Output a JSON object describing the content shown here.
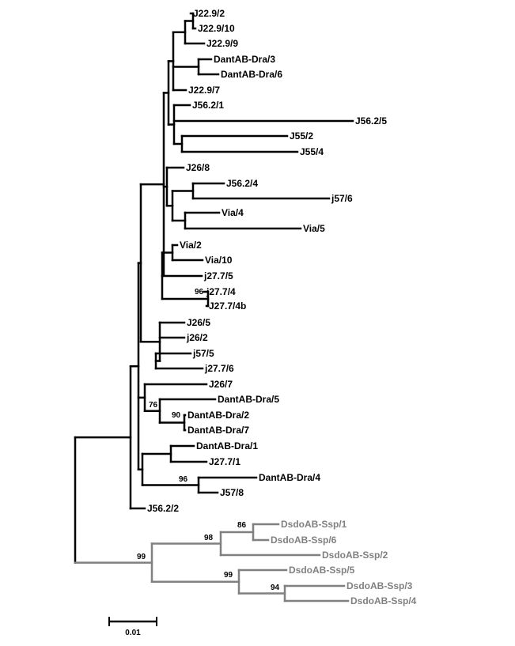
{
  "colors": {
    "main": "#000000",
    "outgroup": "#808080"
  },
  "taxa": [
    {
      "id": "J22.9/2",
      "label": "J22.9/2",
      "group": "main"
    },
    {
      "id": "J22.9/10",
      "label": "J22.9/10",
      "group": "main"
    },
    {
      "id": "J22.9/9",
      "label": "J22.9/9",
      "group": "main"
    },
    {
      "id": "DantAB-Dra/3",
      "label": "DantAB-Dra/3",
      "group": "main"
    },
    {
      "id": "DantAB-Dra/6",
      "label": "DantAB-Dra/6",
      "group": "main"
    },
    {
      "id": "J22.9/7",
      "label": "J22.9/7",
      "group": "main"
    },
    {
      "id": "J56.2/1",
      "label": "J56.2/1",
      "group": "main"
    },
    {
      "id": "J56.2/5",
      "label": "J56.2/5",
      "group": "main"
    },
    {
      "id": "J55/2",
      "label": "J55/2",
      "group": "main"
    },
    {
      "id": "J55/4",
      "label": "J55/4",
      "group": "main"
    },
    {
      "id": "J26/8",
      "label": "J26/8",
      "group": "main"
    },
    {
      "id": "J56.2/4",
      "label": "J56.2/4",
      "group": "main"
    },
    {
      "id": "j57/6",
      "label": "j57/6",
      "group": "main"
    },
    {
      "id": "Via/4",
      "label": "Via/4",
      "group": "main"
    },
    {
      "id": "Via/5",
      "label": "Via/5",
      "group": "main"
    },
    {
      "id": "Via/2",
      "label": "Via/2",
      "group": "main"
    },
    {
      "id": "Via/10",
      "label": "Via/10",
      "group": "main"
    },
    {
      "id": "j27.7/5",
      "label": "j27.7/5",
      "group": "main"
    },
    {
      "id": "j27.7/4",
      "label": "j27.7/4",
      "group": "main"
    },
    {
      "id": "J27.7/4b",
      "label": "J27.7/4b",
      "group": "main"
    },
    {
      "id": "J26/5",
      "label": "J26/5",
      "group": "main"
    },
    {
      "id": "j26/2",
      "label": "j26/2",
      "group": "main"
    },
    {
      "id": "j57/5",
      "label": "j57/5",
      "group": "main"
    },
    {
      "id": "j27.7/6",
      "label": "j27.7/6",
      "group": "main"
    },
    {
      "id": "J26/7",
      "label": "J26/7",
      "group": "main"
    },
    {
      "id": "DantAB-Dra/5",
      "label": "DantAB-Dra/5",
      "group": "main"
    },
    {
      "id": "DantAB-Dra/2",
      "label": "DantAB-Dra/2",
      "group": "main"
    },
    {
      "id": "DantAB-Dra/7",
      "label": "DantAB-Dra/7",
      "group": "main"
    },
    {
      "id": "DantAB-Dra/1",
      "label": "DantAB-Dra/1",
      "group": "main"
    },
    {
      "id": "J27.7/1",
      "label": "J27.7/1",
      "group": "main"
    },
    {
      "id": "DantAB-Dra/4",
      "label": "DantAB-Dra/4",
      "group": "main"
    },
    {
      "id": "J57/8",
      "label": "J57/8",
      "group": "main"
    },
    {
      "id": "J56.2/2",
      "label": "J56.2/2",
      "group": "main"
    },
    {
      "id": "DsdoAB-Ssp/1",
      "label": "DsdoAB-Ssp/1",
      "group": "outgroup"
    },
    {
      "id": "DsdoAB-Ssp/6",
      "label": "DsdoAB-Ssp/6",
      "group": "outgroup"
    },
    {
      "id": "DsdoAB-Ssp/2",
      "label": "DsdoAB-Ssp/2",
      "group": "outgroup"
    },
    {
      "id": "DsdoAB-Ssp/5",
      "label": "DsdoAB-Ssp/5",
      "group": "outgroup"
    },
    {
      "id": "DsdoAB-Ssp/3",
      "label": "DsdoAB-Ssp/3",
      "group": "outgroup"
    },
    {
      "id": "DsdoAB-Ssp/4",
      "label": "DsdoAB-Ssp/4",
      "group": "outgroup"
    }
  ],
  "bootstrap": [
    "96",
    "76",
    "90",
    "96",
    "86",
    "98",
    "99",
    "99",
    "94"
  ],
  "scale_bar": {
    "label": "0.01"
  }
}
